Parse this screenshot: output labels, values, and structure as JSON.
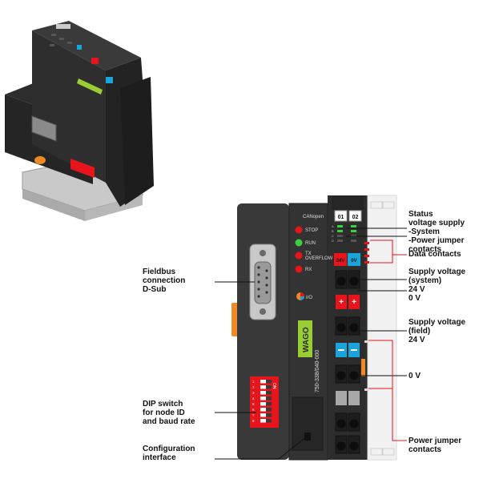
{
  "device": {
    "brand": "WAGO",
    "model": "750-338/040-000",
    "protocol_label": "CANopen",
    "io_label": "I/O",
    "dip_on": "ON",
    "dip_numbers": [
      "1",
      "2",
      "3",
      "4",
      "5",
      "6",
      "7",
      "8"
    ],
    "leds": [
      {
        "label": "STOP",
        "color": "#e8141b"
      },
      {
        "label": "RUN",
        "color": "#3ecf3e"
      },
      {
        "label": "TX\nOVERFLOW",
        "color": "#e8141b"
      },
      {
        "label": "RX",
        "color": "#e8141b"
      }
    ],
    "terminal_tabs": [
      "01",
      "02"
    ],
    "supply_labels": {
      "left": "24V",
      "right": "0V"
    },
    "abcd": [
      "A",
      "B",
      "C",
      "D"
    ]
  },
  "labels": {
    "status": "Status\nvoltage supply\n-System\n-Power jumper contacts",
    "data_contacts": "Data contacts",
    "supply_system": "Supply voltage (system)\n24 V\n0 V",
    "supply_field": "Supply voltage (field)\n24 V",
    "zero_v": "0 V",
    "power_jumper": "Power jumper contacts",
    "fieldbus": "Fieldbus\nconnection\nD-Sub",
    "dip_switch": "DIP switch\nfor node ID\nand baud rate",
    "config": "Configuration\ninterface"
  },
  "colors": {
    "housing": "#3a3a3a",
    "housing_dark": "#2a2a2a",
    "wago_green": "#9acd32",
    "accent_red": "#e8141b",
    "accent_blue": "#19a4dc",
    "accent_orange": "#f08a24",
    "callout_red": "#e8141b"
  }
}
